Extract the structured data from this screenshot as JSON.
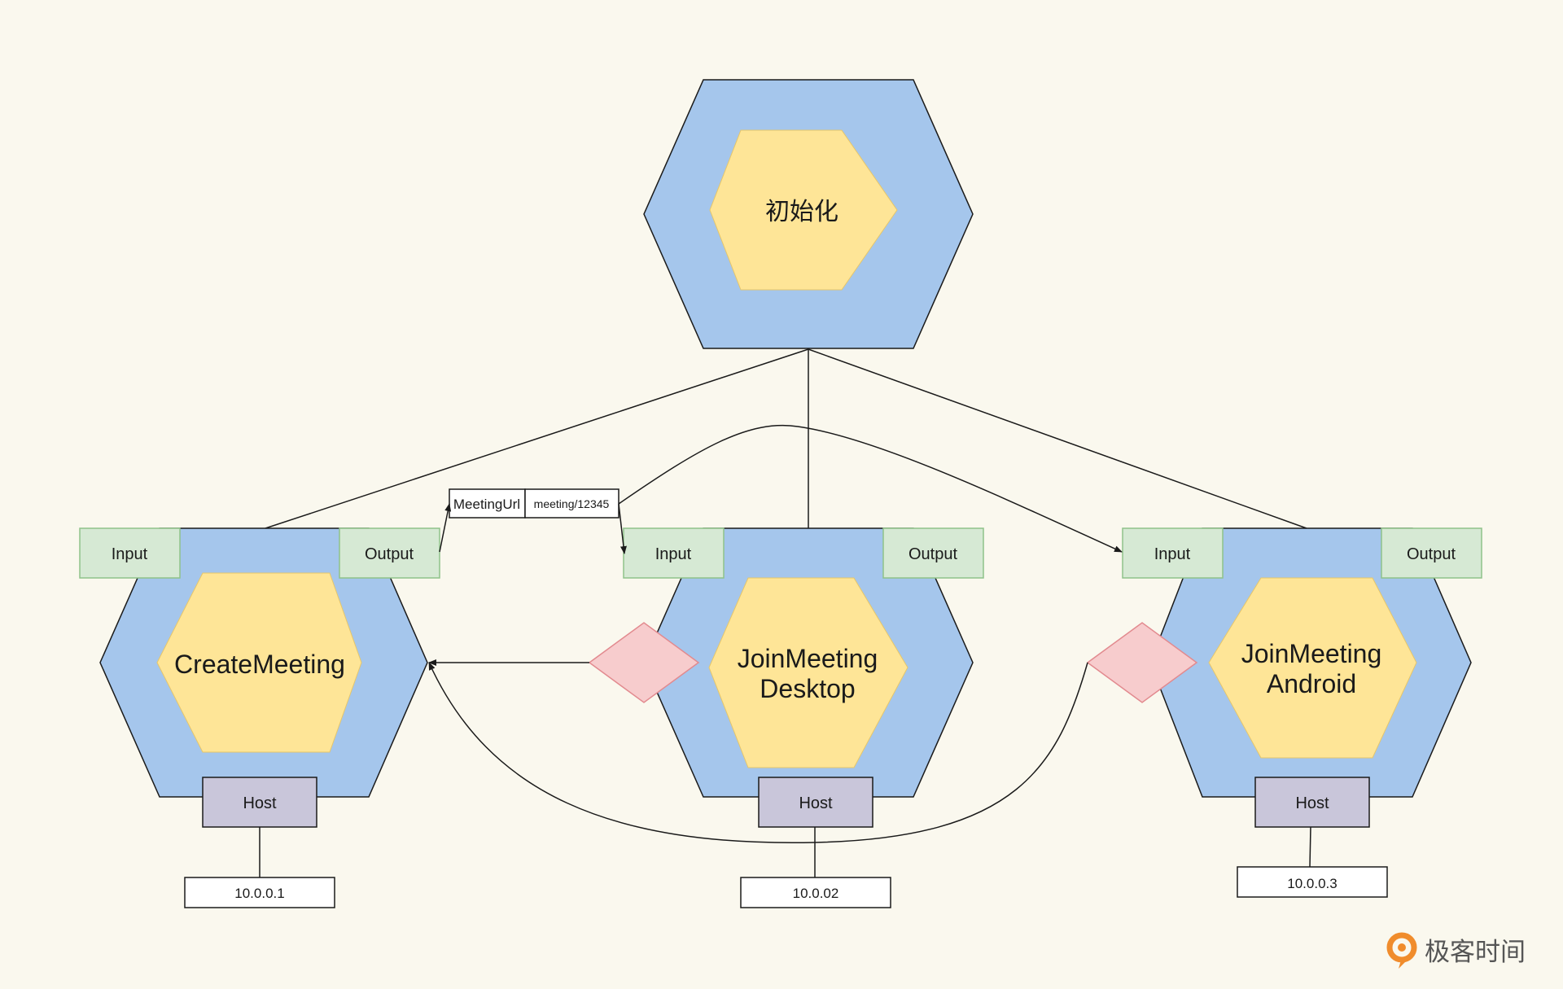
{
  "colors": {
    "background": "#faf8ee",
    "outer_hex": "#a5c6ec",
    "inner_hex": "#fee597",
    "port": "#d6e9d4",
    "port_border": "#8fc28a",
    "host": "#c9c6da",
    "diamond": "#f7cccd",
    "diamond_border": "#e28a8f",
    "line": "#1a1a1a",
    "logo": "#f08c2c"
  },
  "root": {
    "label": "初始化"
  },
  "services": [
    {
      "name": "CreateMeeting",
      "name_line2": "",
      "input": "Input",
      "output": "Output",
      "host": "Host",
      "ip": "10.0.0.1"
    },
    {
      "name": "JoinMeeting",
      "name_line2": "Desktop",
      "input": "Input",
      "output": "Output",
      "host": "Host",
      "ip": "10.0.02"
    },
    {
      "name": "JoinMeeting",
      "name_line2": "Android",
      "input": "Input",
      "output": "Output",
      "host": "Host",
      "ip": "10.0.0.3"
    }
  ],
  "message": {
    "key": "MeetingUrl",
    "value": "meeting/12345"
  },
  "watermark": {
    "text": "极客时间",
    "icon": "geektime-logo-icon"
  }
}
